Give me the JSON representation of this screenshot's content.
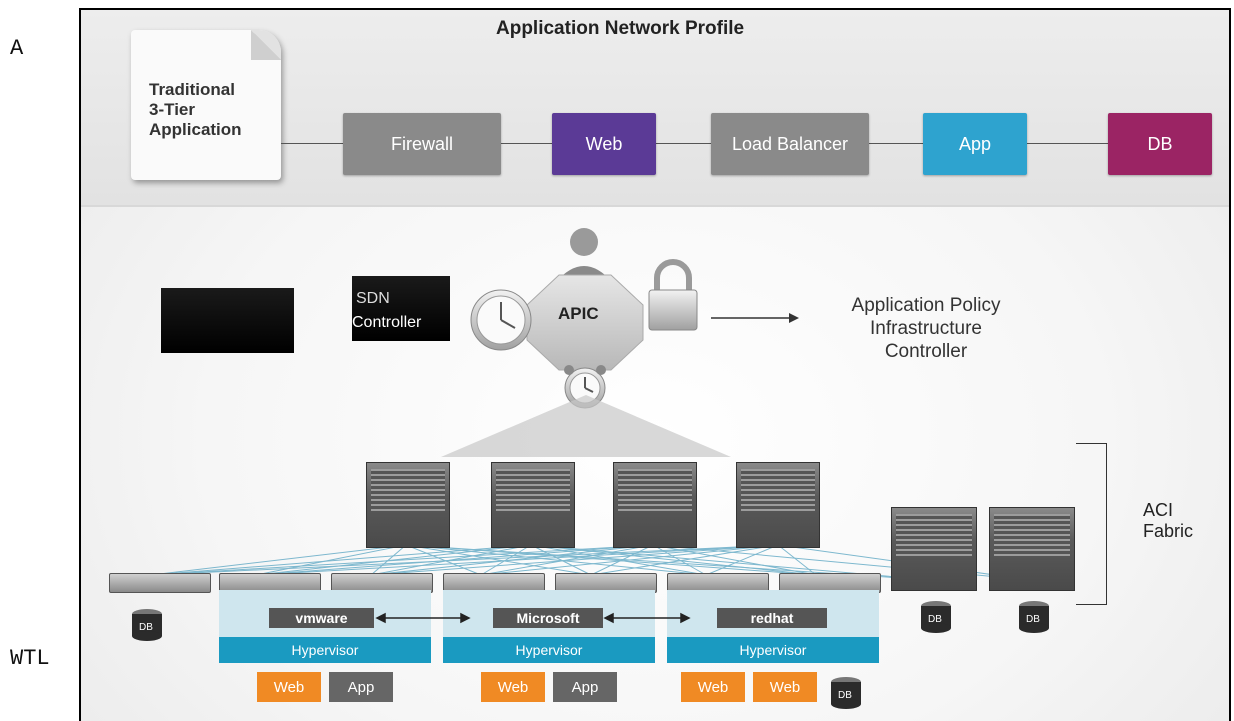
{
  "margin": {
    "top_left": "A",
    "bottom_left": "WTL"
  },
  "profile": {
    "title": "Application Network Profile",
    "doc_lines": [
      "Traditional",
      "3-Tier",
      "Application"
    ],
    "chain": [
      {
        "label": "Firewall",
        "color": "#8a8a8a"
      },
      {
        "label": "Web",
        "color": "#5b3a96"
      },
      {
        "label": "Load Balancer",
        "color": "#8a8a8a"
      },
      {
        "label": "App",
        "color": "#2ea3cf"
      },
      {
        "label": "DB",
        "color": "#9b2464"
      }
    ]
  },
  "controller": {
    "sdn_line1": "SDN",
    "sdn_line2": "Controller",
    "apic_label": "APIC",
    "desc_lines": [
      "Application Policy",
      "Infrastructure",
      "Controller"
    ]
  },
  "fabric": {
    "label_lines": [
      "ACI",
      "Fabric"
    ]
  },
  "hypervisors": [
    {
      "vendor": "vmware",
      "bar": "Hypervisor",
      "vms": [
        "Web",
        "App"
      ]
    },
    {
      "vendor": "Microsoft",
      "bar": "Hypervisor",
      "vms": [
        "Web",
        "App"
      ]
    },
    {
      "vendor": "redhat",
      "bar": "Hypervisor",
      "vms": [
        "Web",
        "Web"
      ]
    }
  ],
  "db_label": "DB",
  "colors": {
    "orange": "#f08a24",
    "gray_vm": "#666666",
    "hypervisor_blue": "#1a9ac1"
  }
}
